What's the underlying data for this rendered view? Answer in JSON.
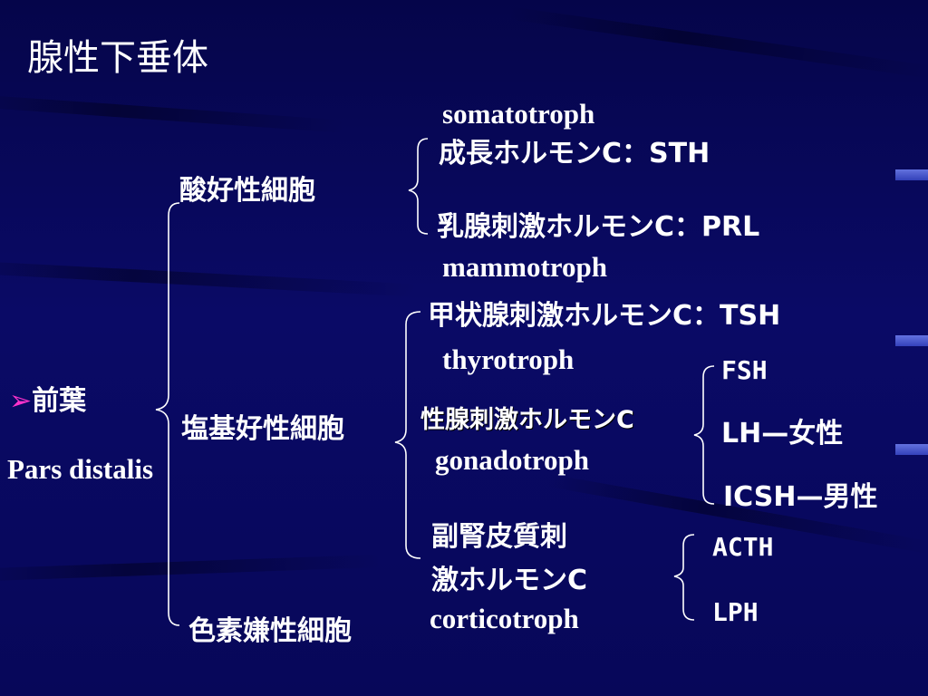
{
  "title": "腺性下垂体",
  "lobe": {
    "bullet": "➢",
    "name": "前葉",
    "latin": "Pars distalis"
  },
  "cells": {
    "acidophil": "酸好性細胞",
    "basophil": "塩基好性細胞",
    "chromophobe": "色素嫌性細胞"
  },
  "acidophil_group": {
    "somatotroph_en": "somatotroph",
    "sth": "成長ホルモンC：STH",
    "prl": "乳腺刺激ホルモンC：PRL",
    "mammotroph_en": "mammotroph"
  },
  "basophil_group": {
    "tsh": "甲状腺刺激ホルモンC：TSH",
    "thyrotroph_en": "thyrotroph",
    "gonad": "性腺刺激ホルモンC",
    "gonadotroph_en": "gonadotroph",
    "cortico_line1": "副腎皮質刺",
    "cortico_line2": "激ホルモンC",
    "corticotroph_en": "corticotroph"
  },
  "gonad_hormones": {
    "fsh": "FSH",
    "lh": "LH—女性",
    "icsh": "ICSH—男性"
  },
  "cortico_hormones": {
    "acth": "ACTH",
    "lph": "LPH"
  },
  "colors": {
    "background": "#0a0a66",
    "text": "#ffffff",
    "bullet": "#ff33cc"
  }
}
